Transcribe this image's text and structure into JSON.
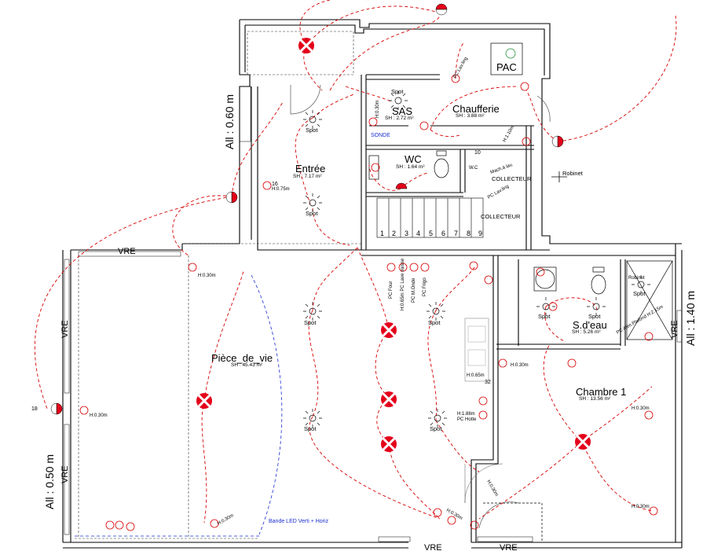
{
  "rooms": {
    "entree": {
      "name": "Entrée",
      "sh": "SH : 7.17 m²"
    },
    "sas": {
      "name": "SAS",
      "sh": "SH : 2.72 m²"
    },
    "chaufferie": {
      "name": "Chaufferie",
      "sh": "SH : 3.88 m²"
    },
    "wc": {
      "name": "WC",
      "sh": "SH : 1.64 m²"
    },
    "piece_de_vie": {
      "name": "Pièce_de_vie",
      "sh": "SH : 45.43 m²"
    },
    "sdeau": {
      "name": "S.d'eau",
      "sh": "SH : 5.26 m²"
    },
    "chambre1": {
      "name": "Chambre 1",
      "sh": "SH : 13.56 m²"
    }
  },
  "spots": [
    "Spot",
    "Spot",
    "Spot",
    "Spot",
    "Spot",
    "Spot",
    "Spot",
    "Spot",
    "Spot",
    "Spot"
  ],
  "labels": {
    "vre_top": "VRE",
    "vre_left1": "VRE",
    "vre_left2": "VRE",
    "vre_bottom1": "VRE",
    "vre_bottom2": "VRE",
    "vre_right": "VRE",
    "all_060": "All : 0.60 m",
    "all_050": "All : 0.50 m",
    "all_140": "All : 1.40 m",
    "pac": "PAC",
    "robinet_ext": "Robinet",
    "robinet_sdb": "Robinet",
    "collecteur1": "COLLECTEUR",
    "collecteur2": "COLLECTEUR",
    "mach_lav": "Mach.à lav.",
    "pc_lavling": "PC Lav.ling",
    "pc_lavling2": "PC Lav.ling",
    "sonde": "SONDE",
    "wc_abbr": "W.C",
    "bande_led": "Bande LED Verti + Horiz",
    "pc_four": "PC Four",
    "pc_lave_vaisselle": "H:0.65m PC Lave vaisse",
    "pc_micro": "PC M.Onde",
    "pc_frigo": "PC Frigo",
    "h065": "H:0.65m",
    "h030_a": "H:0.30m",
    "h030_b": "H:0.30m",
    "h030_c": "H:0.30m",
    "h030_d": "H:0.30m",
    "h030_e": "H:0.30m",
    "h075": "H:0.75m",
    "h188": "H:1.88m",
    "pc_hotte": "PC Hotte",
    "h215": "PC Alim.Plafond H:2.15m",
    "h110": "H:1.10m",
    "h030_f": "H:0.30m",
    "h030_g": "H:0.30m",
    "h030_h": "H:0.30m",
    "h030_i": "H:0.30m",
    "n16": "16",
    "n18": "18",
    "n32": "32",
    "n10": "10"
  },
  "stairs": [
    "1",
    "2",
    "3",
    "4",
    "5",
    "6",
    "7",
    "8",
    "9"
  ],
  "colors": {
    "wall": "#000000",
    "circuit": "#d80000",
    "led": "#1b2fd0",
    "spot_fill": "#e4001b"
  }
}
